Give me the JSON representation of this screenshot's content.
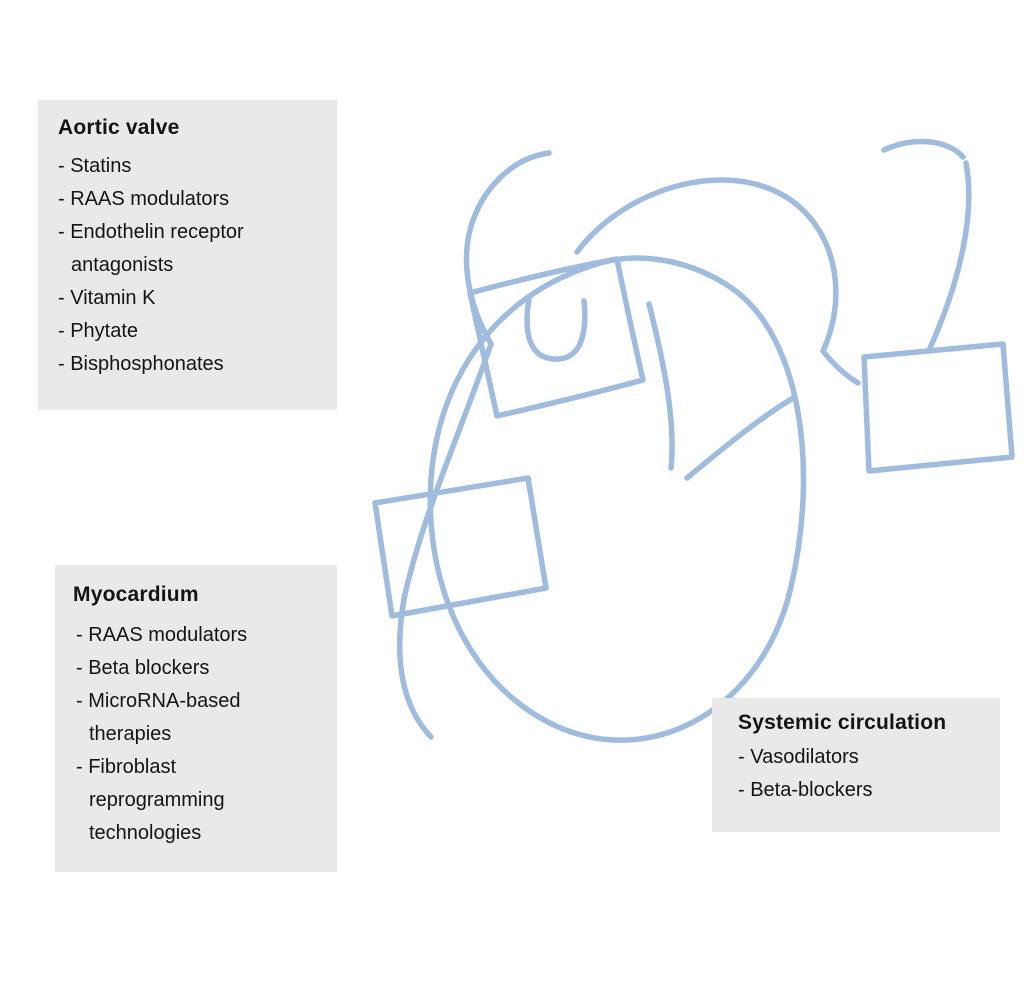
{
  "boxes": {
    "aortic_valve": {
      "title": "Aortic valve",
      "items": [
        "- Statins",
        "- RAAS modulators",
        "- Endothelin receptor antagonists",
        "- Vitamin K",
        "- Phytate",
        "- Bisphosphonates"
      ]
    },
    "myocardium": {
      "title": "Myocardium",
      "items": [
        "- RAAS modulators",
        "- Beta blockers",
        "- MicroRNA-based therapies",
        "- Fibroblast reprogramming technologies"
      ]
    },
    "systemic_circulation": {
      "title": "Systemic circulation",
      "items": [
        "- Vasodilators",
        "- Beta-blockers"
      ]
    }
  },
  "colors": {
    "sketch_stroke": "#9fbbdd",
    "box_background": "#e9e9e9",
    "text": "#141414",
    "background": "#ffffff"
  }
}
